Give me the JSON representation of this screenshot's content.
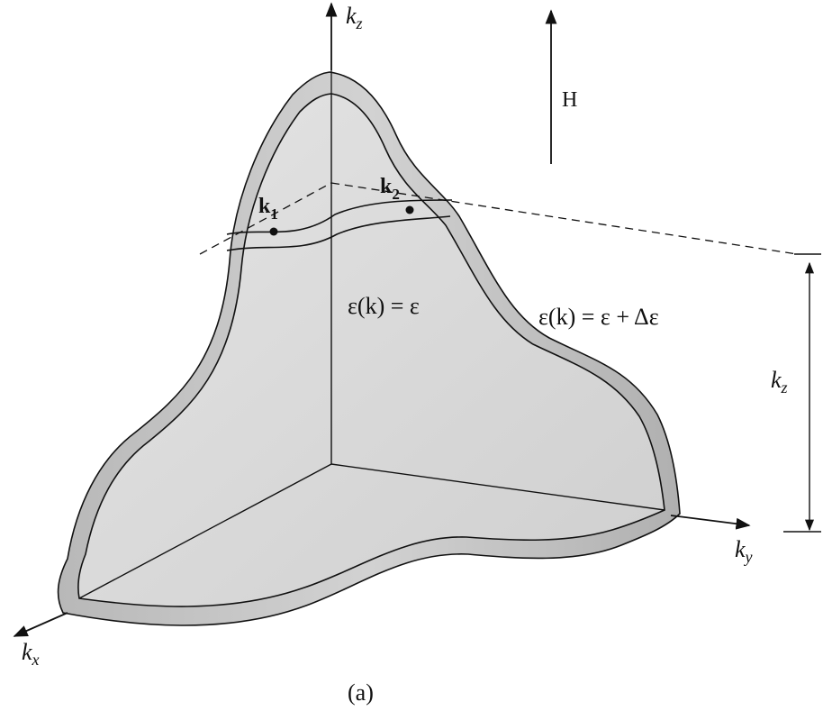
{
  "axes": {
    "kz": {
      "letter": "k",
      "subscript": "z"
    },
    "ky": {
      "letter": "k",
      "subscript": "y"
    },
    "kx": {
      "letter": "k",
      "subscript": "x"
    },
    "kz_height": {
      "letter": "k",
      "subscript": "z"
    }
  },
  "field": {
    "label": "H"
  },
  "points": {
    "k1": {
      "letter": "k",
      "subscript": "1"
    },
    "k2": {
      "letter": "k",
      "subscript": "2"
    }
  },
  "surfaces": {
    "inner": {
      "label": "ε(k) = ε"
    },
    "outer": {
      "label": "ε(k) = ε + Δε"
    }
  },
  "caption": "(a)",
  "colors": {
    "ink": "#111111",
    "shell": "#bdbdbd",
    "shell_light": "#dcdcdc",
    "face": "#d6d6d6"
  }
}
